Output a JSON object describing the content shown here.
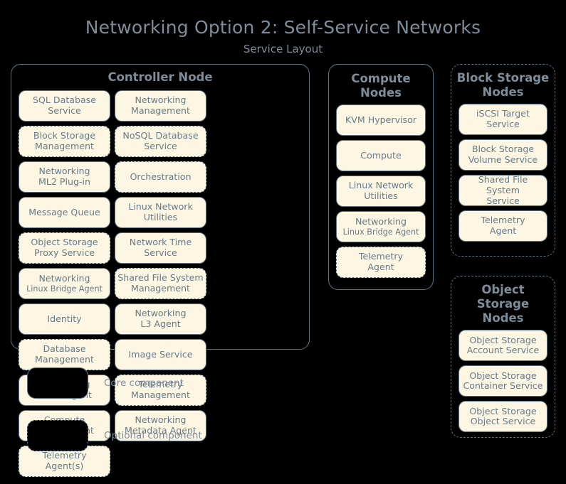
{
  "title": "Networking Option 2: Self-Service Networks",
  "subtitle": "Service Layout",
  "colors": {
    "background": "#000000",
    "chip_fill": "#fdf6e3",
    "chip_border": "#5d7480",
    "text": "#667b87",
    "heading": "#7d8d99"
  },
  "nodes": [
    {
      "id": "controller-node",
      "heading": "Controller Node",
      "optional": false,
      "layout": "grid",
      "services": [
        {
          "line1": "SQL Database",
          "line2": "Service",
          "optional": false
        },
        {
          "line1": "Networking",
          "line2": "Management",
          "optional": false
        },
        {
          "line1": "Block Storage",
          "line2": "Management",
          "optional": true
        },
        {
          "line1": "NoSQL Database",
          "line2": "Service",
          "optional": true
        },
        {
          "line1": "Networking",
          "line2": "ML2 Plug-in",
          "optional": false
        },
        {
          "line1": "Orchestration",
          "line2": "",
          "optional": true
        },
        {
          "line1": "Message Queue",
          "line2": "",
          "optional": false
        },
        {
          "line1": "Linux Network",
          "line2": "Utilities",
          "optional": false
        },
        {
          "line1": "Object Storage",
          "line2": "Proxy Service",
          "optional": true
        },
        {
          "line1": "Network Time",
          "line2": "Service",
          "optional": false
        },
        {
          "line1": "Networking",
          "line2": "Linux Bridge Agent",
          "optional": false,
          "small2": true
        },
        {
          "line1": "Shared File System",
          "line2": "Management",
          "optional": true
        },
        {
          "line1": "Identity",
          "line2": "",
          "optional": false
        },
        {
          "line1": "Networking",
          "line2": "L3 Agent",
          "optional": false
        },
        {
          "line1": "Database",
          "line2": "Management",
          "optional": true
        },
        {
          "line1": "Image Service",
          "line2": "",
          "optional": false
        },
        {
          "line1": "Networking",
          "line2": "DHCP Agent",
          "optional": false
        },
        {
          "line1": "Telemetry",
          "line2": "Management",
          "optional": true
        },
        {
          "line1": "Compute",
          "line2": "Management",
          "optional": false
        },
        {
          "line1": "Networking",
          "line2": "Metadata Agent",
          "optional": false
        },
        {
          "line1": "Telemetry",
          "line2": "Agent(s)",
          "optional": true
        }
      ]
    },
    {
      "id": "compute-nodes",
      "heading": "Compute Nodes",
      "optional": false,
      "layout": "column",
      "services": [
        {
          "line1": "KVM Hypervisor",
          "line2": "",
          "optional": false
        },
        {
          "line1": "Compute",
          "line2": "",
          "optional": false
        },
        {
          "line1": "Linux Network",
          "line2": "Utilities",
          "optional": false
        },
        {
          "line1": "Networking",
          "line2": "Linux Bridge Agent",
          "optional": false,
          "small2": true
        },
        {
          "line1": "Telemetry",
          "line2": "Agent",
          "optional": true
        }
      ]
    },
    {
      "id": "block-storage-nodes",
      "heading": "Block Storage Nodes",
      "optional": true,
      "layout": "column",
      "services": [
        {
          "line1": "iSCSI Target",
          "line2": "Service",
          "optional": false
        },
        {
          "line1": "Block Storage",
          "line2": "Volume Service",
          "optional": false
        },
        {
          "line1": "Shared File System",
          "line2": "Service",
          "optional": false
        },
        {
          "line1": "Telemetry",
          "line2": "Agent",
          "optional": false
        }
      ]
    },
    {
      "id": "object-storage-nodes",
      "heading": "Object Storage Nodes",
      "optional": true,
      "layout": "column",
      "services": [
        {
          "line1": "Object Storage",
          "line2": "Account Service",
          "optional": false
        },
        {
          "line1": "Object Storage",
          "line2": "Container Service",
          "optional": false
        },
        {
          "line1": "Object Storage",
          "line2": "Object Service",
          "optional": false
        }
      ]
    }
  ],
  "legend": {
    "core_label": "Core component",
    "optional_label": "Optional component"
  }
}
